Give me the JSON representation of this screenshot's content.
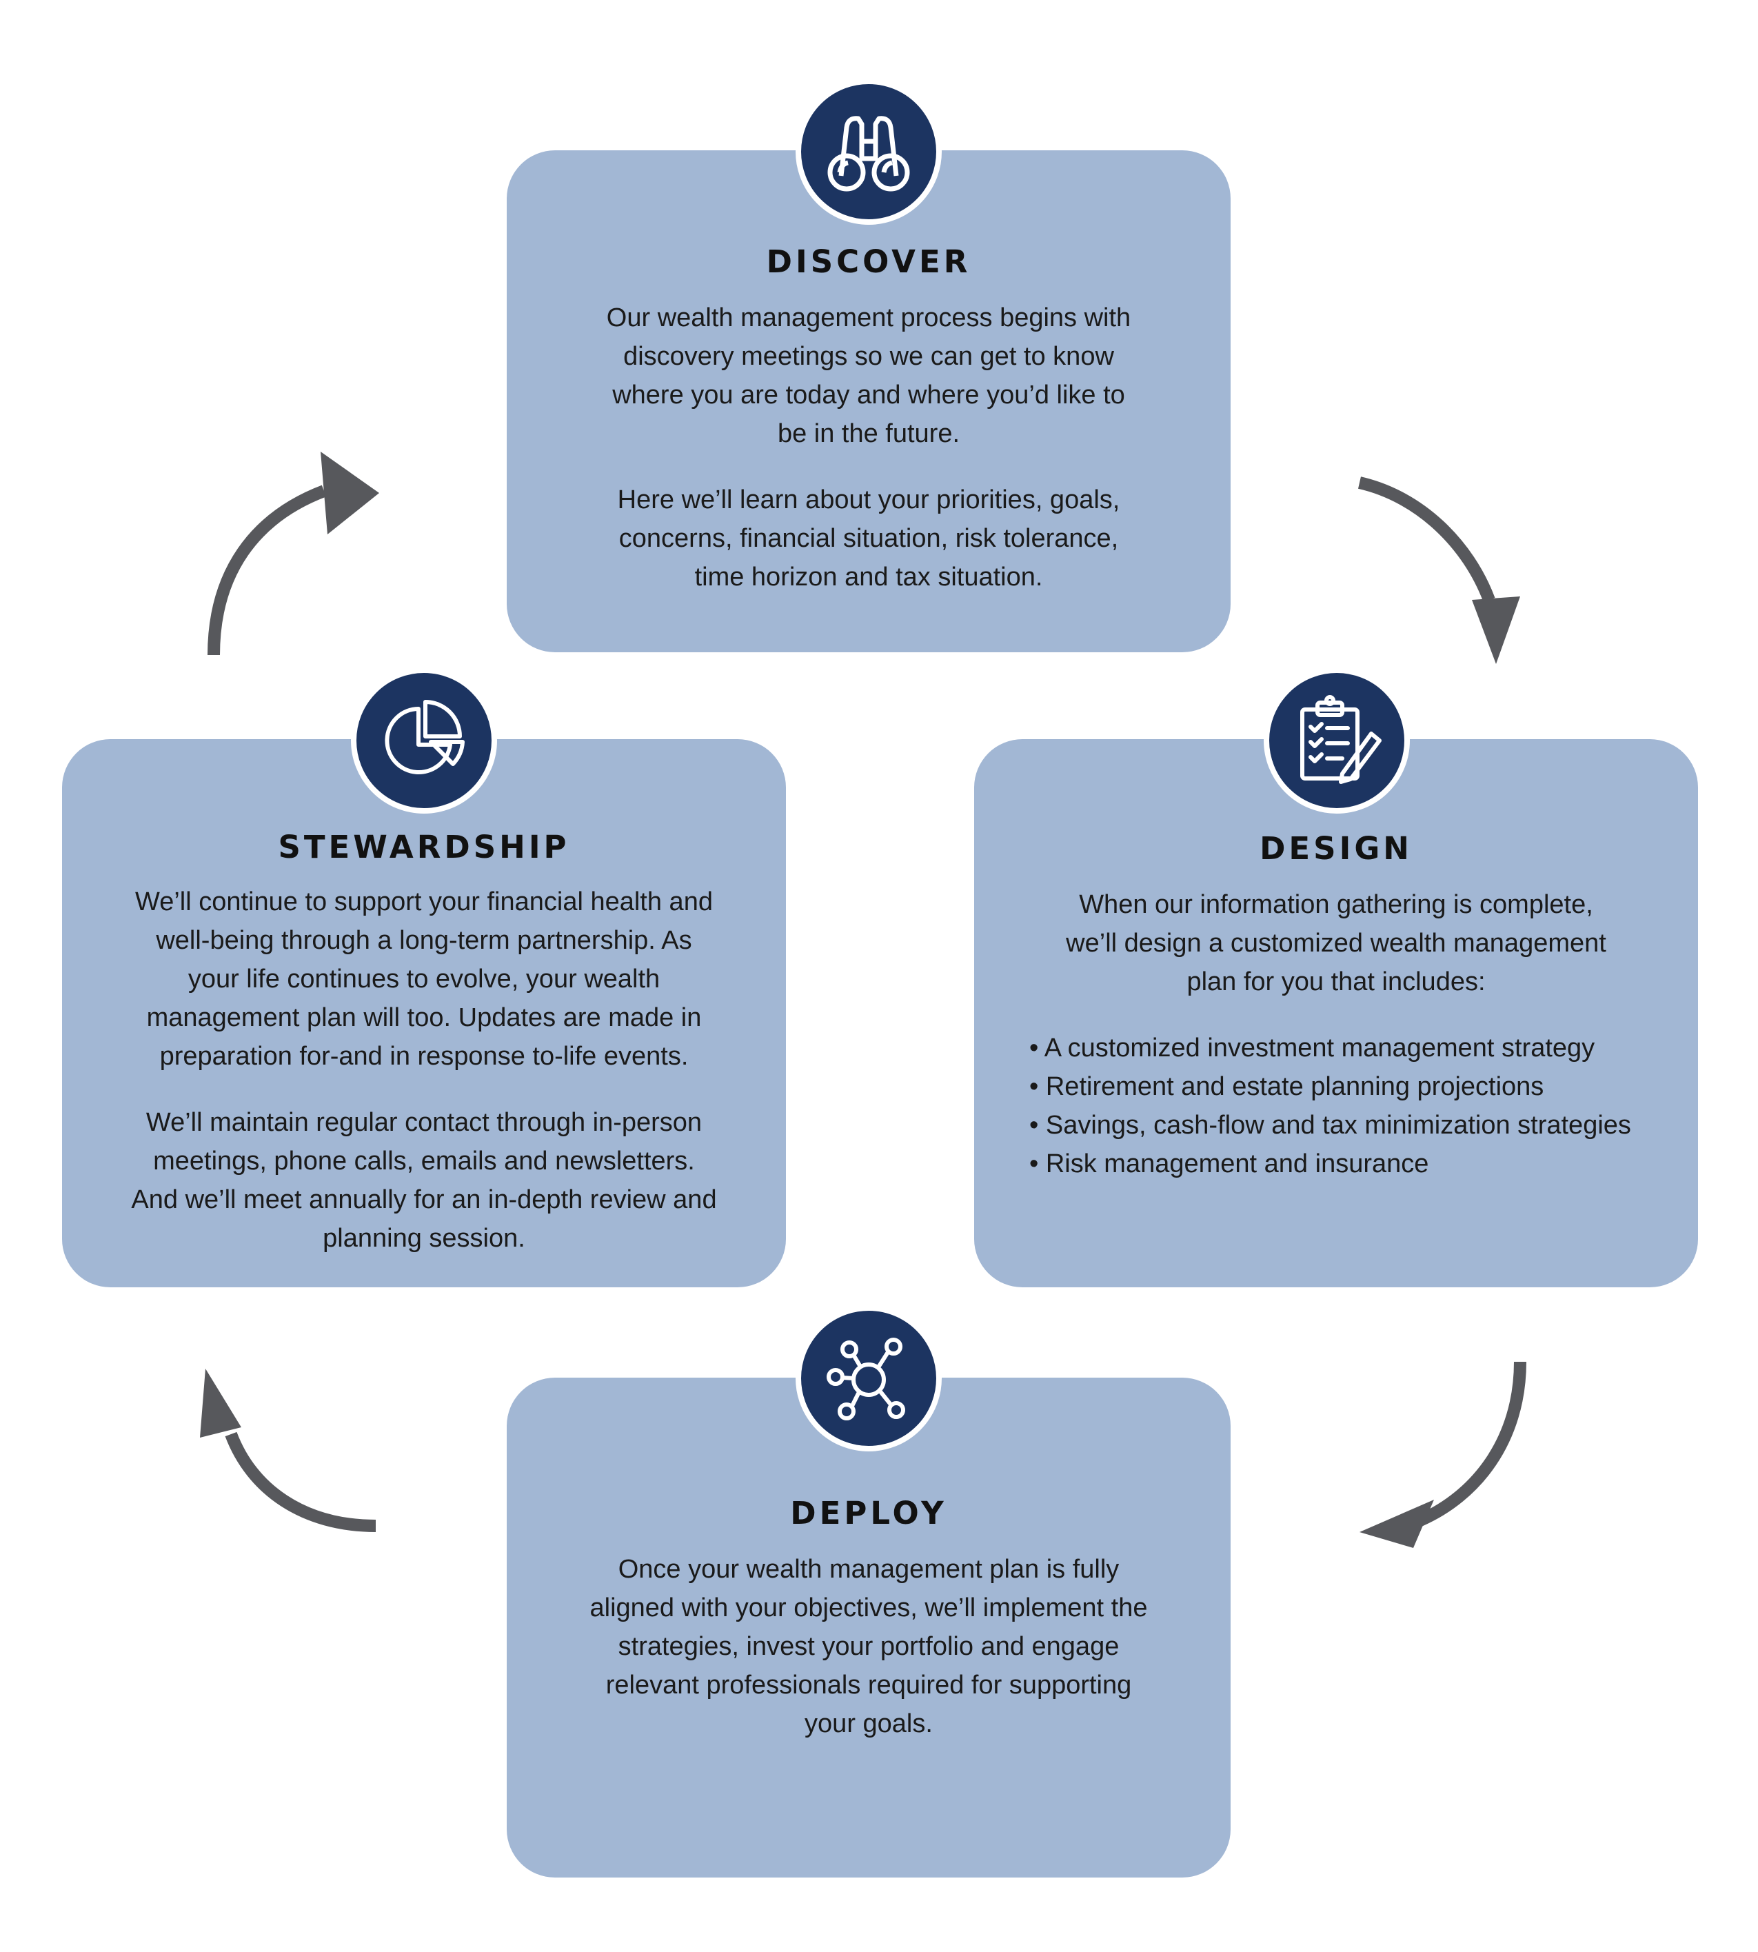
{
  "colors": {
    "card": "#a2b7d4",
    "badge": "#1c3461",
    "arrow": "#57585c"
  },
  "discover": {
    "title": "DISCOVER",
    "icon": "binoculars-icon",
    "p1": "Our wealth management process begins with discovery meetings so we can get to know where you are today and where you’d like to be in the future.",
    "p2": "Here we’ll learn about your priorities, goals, concerns, financial situation, risk tolerance, time horizon and tax situation."
  },
  "design": {
    "title": "DESIGN",
    "icon": "clipboard-checklist-icon",
    "intro": "When our information gathering is complete, we’ll design a customized wealth management plan for you that includes:",
    "items": [
      "• A customized investment management strategy",
      "• Retirement and estate planning projections",
      "• Savings, cash-flow and tax minimization strategies",
      "• Risk management and insurance"
    ]
  },
  "deploy": {
    "title": "DEPLOY",
    "icon": "network-hub-icon",
    "p1": "Once your wealth management plan is fully aligned with your objectives, we’ll implement the strategies, invest your portfolio and engage relevant professionals required for supporting your goals."
  },
  "stewardship": {
    "title": "STEWARDSHIP",
    "icon": "pie-chart-icon",
    "p1": "We’ll continue to support your financial health and well-being through a long-term partnership. As your life continues to evolve, your wealth management plan will too. Updates are made in preparation for-and in response to-life events.",
    "p2": "We’ll maintain regular contact through in-person meetings, phone calls, emails and newsletters. And we’ll meet annually for an in-depth review and planning session."
  }
}
